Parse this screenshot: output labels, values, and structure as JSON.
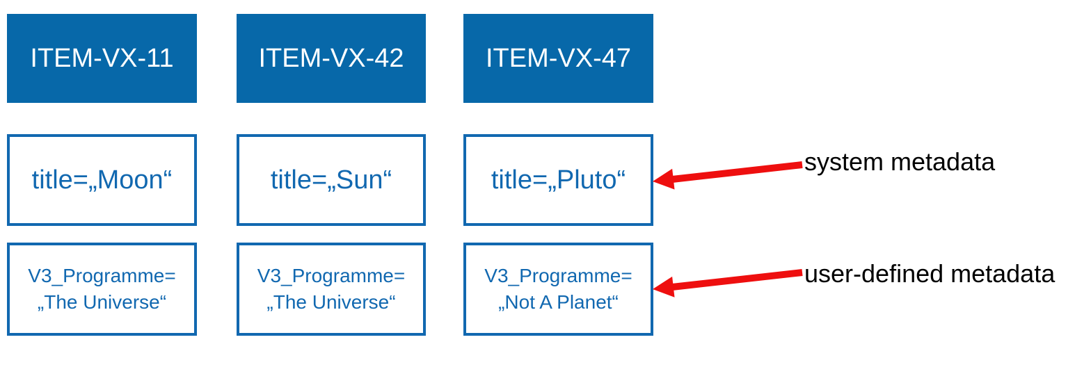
{
  "colors": {
    "box_fill": "#0768A9",
    "box_line": "#1168B0",
    "arrow_red": "#EE0F0F",
    "label_text": "#000000"
  },
  "columns": [
    {
      "id": "ITEM-VX-11",
      "system_metadata": "title=„Moon“",
      "user_metadata_line1": "V3_Programme=",
      "user_metadata_line2": "„The Universe“"
    },
    {
      "id": "ITEM-VX-42",
      "system_metadata": "title=„Sun“",
      "user_metadata_line1": "V3_Programme=",
      "user_metadata_line2": "„The Universe“"
    },
    {
      "id": "ITEM-VX-47",
      "system_metadata": "title=„Pluto“",
      "user_metadata_line1": "V3_Programme=",
      "user_metadata_line2": "„Not A Planet“"
    }
  ],
  "annotations": {
    "system": {
      "label": "system metadata"
    },
    "user": {
      "label": "user-defined metadata"
    }
  }
}
